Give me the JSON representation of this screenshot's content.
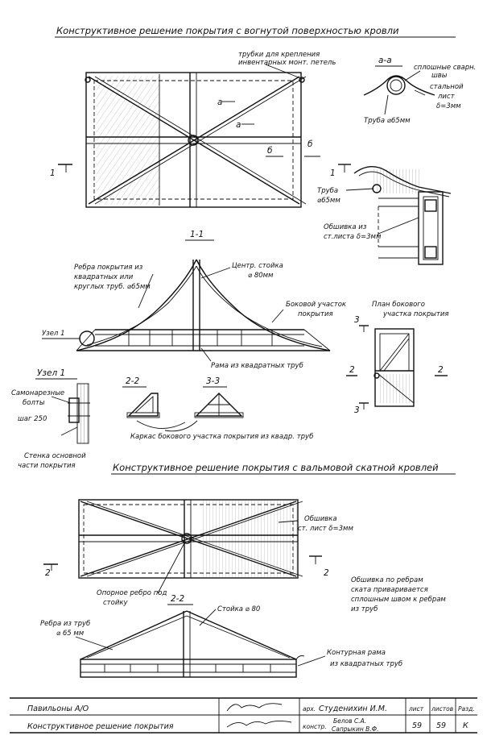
{
  "title_top": "Конструктивное решение покрытия с вогнутой поверхностью кровли",
  "title_bottom": "Конструктивное решение покрытия с вальмовой скатной кровлей",
  "top_plan": {
    "tubes_note_line1": "трубки для крепления",
    "tubes_note_line2": "инвентарных монт. петель",
    "marker_a": "а",
    "marker_b": "б",
    "cut_1": "1"
  },
  "section_aa": {
    "title": "а-а",
    "welds_line1": "сплошные сварн.",
    "welds_line2": "швы",
    "steel_line1": "стальной",
    "steel_line2": "лист",
    "steel_line3": "δ=3мм",
    "pipe": "Труба ⌀65мм"
  },
  "section_bb": {
    "pipe_line1": "Труба",
    "pipe_line2": "⌀65мм",
    "cladding_line1": "Обшивка из",
    "cladding_line2": "ст.листа δ=3мм"
  },
  "section_11": {
    "title": "1-1",
    "ribs_line1": "Ребра покрытия из",
    "ribs_line2": "квадратных или",
    "ribs_line3": "круглых труб. ⌀65мм",
    "post_line1": "Центр. стойка",
    "post_line2": "⌀ 80мм",
    "side_line1": "Боковой участок",
    "side_line2": "покрытия",
    "node": "Узел 1",
    "frame": "Рама из квадратных труб"
  },
  "side_plan": {
    "title_line1": "План бокового",
    "title_line2": "участка покрытия",
    "cut_2": "2",
    "cut_3": "3"
  },
  "node1": {
    "title": "Узел 1",
    "bolts_line1": "Самонарезные",
    "bolts_line2": "болты",
    "step": "шаг 250",
    "wall_line1": "Стенка основной",
    "wall_line2": "части покрытия"
  },
  "sections_22_33": {
    "title_22": "2-2",
    "title_33": "3-3",
    "caption": "Каркас бокового участка покрытия из квадр. труб"
  },
  "bottom_plan": {
    "cladding_line1": "Обшивка",
    "cladding_line2": "ст. лист δ=3мм",
    "support_line1": "Опорное ребро под",
    "support_line2": "стойку",
    "cut_2": "2",
    "weld_note_line1": "Обшивка по ребрам",
    "weld_note_line2": "ската приваривается",
    "weld_note_line3": "сплошным швом к ребрам",
    "weld_note_line4": "из труб"
  },
  "section_22b": {
    "title": "2-2",
    "post": "Стойка ⌀ 80",
    "ribs_line1": "Ребра из труб",
    "ribs_line2": "⌀ 65 мм",
    "frame_line1": "Контурная рама",
    "frame_line2": "из квадратных труб"
  },
  "title_block": {
    "project": "Павильоны А/О",
    "drawing": "Конструктивное решение покрытия",
    "role_arch": "арх.",
    "name_arch": "Студенихин И.М.",
    "role_constr": "констр.",
    "name_constr_1": "Белов С.А.",
    "name_constr_2": "Сапрыкин В.Ф.",
    "sheet_label": "лист",
    "sheets_label": "листов",
    "section_label": "Разд.",
    "sheet": "59",
    "sheets": "59",
    "section": "К"
  }
}
